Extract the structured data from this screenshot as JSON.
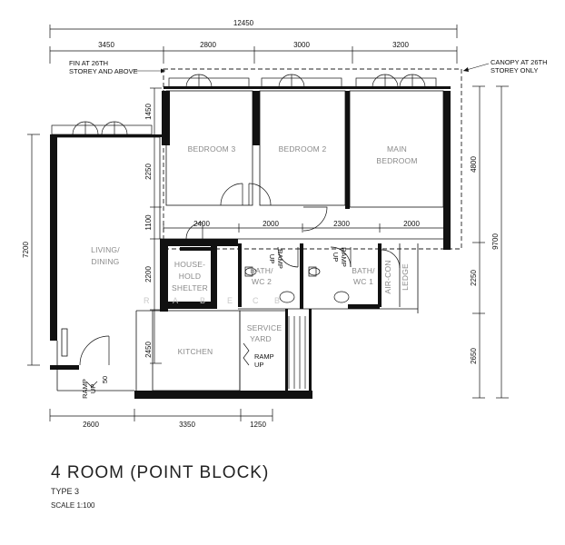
{
  "plan": {
    "dims": {
      "overall_width": "12450",
      "top": [
        "3450",
        "2800",
        "3000",
        "3200"
      ],
      "bottom": [
        "2600",
        "3350",
        "1250"
      ],
      "interior": [
        "2400",
        "2000",
        "2300",
        "2000"
      ],
      "left_overall": "7200",
      "left_stack": [
        "1450",
        "2250",
        "1100",
        "2200",
        "2450"
      ],
      "right_stack": [
        "4800",
        "2250",
        "2650"
      ],
      "right_overall": "9700"
    },
    "notes": {
      "fin_line1": "FIN AT 26TH",
      "fin_line2": "STOREY AND ABOVE",
      "canopy_line1": "CANOPY AT 26TH",
      "canopy_line2": "STOREY ONLY"
    },
    "rooms": {
      "bedroom3": "BEDROOM 3",
      "bedroom2": "BEDROOM 2",
      "main_bedroom_l1": "MAIN",
      "main_bedroom_l2": "BEDROOM",
      "living_l1": "LIVING/",
      "living_l2": "DINING",
      "shelter_l1": "HOUSE-",
      "shelter_l2": "HOLD",
      "shelter_l3": "SHELTER",
      "bath2_l1": "BATH/",
      "bath2_l2": "WC 2",
      "bath1_l1": "BATH/",
      "bath1_l2": "WC 1",
      "aircon_l1": "AIR-CON",
      "aircon_l2": "LEDGE",
      "kitchen": "KITCHEN",
      "service_l1": "SERVICE",
      "service_l2": "YARD"
    },
    "ramps": {
      "ramp_bath2_l1": "RAMP",
      "ramp_bath2_l2": "UP",
      "ramp_bath1_l1": "RAMP",
      "ramp_bath1_l2": "UP",
      "ramp_service_l1": "RAMP",
      "ramp_service_l2": "UP",
      "ramp_entry_l1": "RAMP",
      "ramp_entry_l2": "UP",
      "ramp_entry_l3": "50"
    }
  },
  "label": {
    "title": "4 ROOM (POINT BLOCK)",
    "type": "TYPE 3",
    "scale": "SCALE   1:100"
  }
}
